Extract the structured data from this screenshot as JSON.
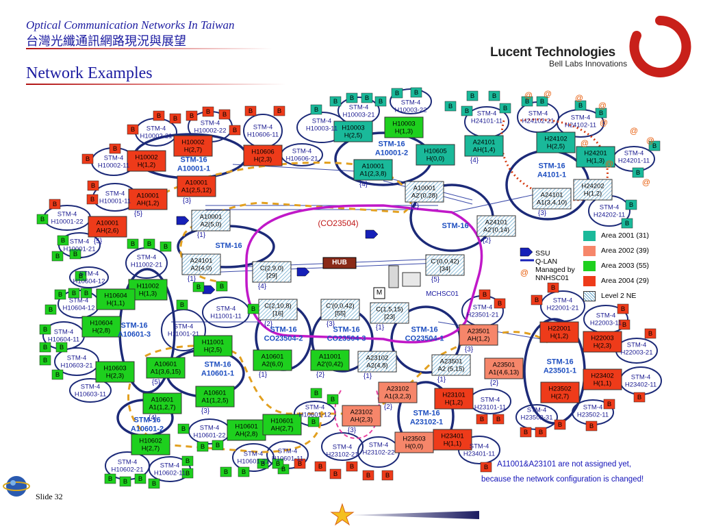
{
  "slide": {
    "title_en": "Optical Communication Networks In Taiwan",
    "title_zh": "台灣光纖通訊網路現況與展望",
    "heading": "Network Examples",
    "slide_number": "Slide 32",
    "brand_name": "Lucent Technologies",
    "brand_tagline": "Bell Labs Innovations",
    "note_line1": "A11001&A23101 are not assigned yet,",
    "note_line2": "because the network configuration is changed!"
  },
  "legend": {
    "items": [
      {
        "label": "Area 2001 (31)",
        "color": "#1ab99a"
      },
      {
        "label": "Area 2002 (39)",
        "color": "#f6866a"
      },
      {
        "label": "Area 2003 (55)",
        "color": "#1ed01e"
      },
      {
        "label": "Area 2004 (29)",
        "color": "#ee3b1a"
      },
      {
        "label": "Level 2 NE",
        "color": "hatched"
      }
    ],
    "ssu_label": "SSU",
    "qlan_label": "Q-LAN",
    "managed_label": "Managed by",
    "managed_by": "NNHSC01",
    "at_symbol": "@"
  },
  "diagram": {
    "hub_label": "HUB",
    "m_label": "M",
    "mchsc_label": "MCHSC01",
    "co23504_label": "(CO23504)",
    "badge_letter": "B",
    "at_symbol": "@",
    "ring_labels": [
      "STM-16\nA10001-1",
      "STM-16\nA10001-2",
      "STM-16\nA4101-1",
      "STM-16",
      "STM-16",
      "STM-16\nA10601-3",
      "STM-16\nA10601-1",
      "STM-16\nA10601-2",
      "STM-16\nCO23504-2",
      "STM-16\nCO23504-3",
      "STM-16\nCO23504-1",
      "STM-16\nA23501-1",
      "STM-16\nA23102-1"
    ],
    "stm4_rings": [
      "STM-4\nH10002-21",
      "STM-4\nH10002-22",
      "STM-4\nH10606-11",
      "STM-4\nH10002-11",
      "STM-4\nH10001-11",
      "STM-4\nH10001-22",
      "STM-4\nH10001-21",
      "STM-4\nH11002-21",
      "STM-4\nH10604-12",
      "STM-4\nH10604-12",
      "STM-4\nH10604-11",
      "STM-4\nH10603-21",
      "STM-4\nH10603-11",
      "STM-4\nH10602-21",
      "STM-4\nH10602-11",
      "STM-4\nH10601-22",
      "STM-4\nH10601-21",
      "STM-4\nH10601-11",
      "STM-4\nH10601-12",
      "STM-4\nH11001-11",
      "STM-4\nH11001-21",
      "STM-4\nH10003-11",
      "STM-4\nH10003-21",
      "STM-4\nH10003-22",
      "STM-4\nH10606-21",
      "STM-4\nH24101-11",
      "STM-4\nH24102-21",
      "STM-4\nH24102-11",
      "STM-4\nH24201-11",
      "STM-4\nH24202-11",
      "STM-4\nH23501-21",
      "STM-4\nH22001-21",
      "STM-4\nH22003-11",
      "STM-4\nH22003-21",
      "STM-4\nH23402-11",
      "STM-4\nH23502-11",
      "STM-4\nH23502-31",
      "STM-4\nH23101-11",
      "STM-4\nH23401-11",
      "STM-4\nH23102-21",
      "STM-4\nH23102-22"
    ],
    "nodes": [
      {
        "label": "H10002\nH(2,7)",
        "area": "2004"
      },
      {
        "label": "H10606\nH(2,3)",
        "area": "2004"
      },
      {
        "label": "H10002\nH(1,2)",
        "area": "2004"
      },
      {
        "label": "A10001\nA1(2,5,12)",
        "area": "2004",
        "tag": "{3}"
      },
      {
        "label": "A10001\nAH(1,2)",
        "area": "2004",
        "tag": "{5}"
      },
      {
        "label": "A10001\nAH(2,6)",
        "area": "2004",
        "tag": "{5}"
      },
      {
        "label": "A10001\nA2(5,0)",
        "area": "L2",
        "tag": "{1}"
      },
      {
        "label": "A24101\nA2(4,0)",
        "area": "L2",
        "tag": "{1}"
      },
      {
        "label": "H10003\nH(2,5)",
        "area": "2001"
      },
      {
        "label": "H10003\nH(1,3)",
        "area": "2003"
      },
      {
        "label": "H10605\nH(0,0)",
        "area": "2001"
      },
      {
        "label": "A10001\nA1(2,3,8)",
        "area": "2001",
        "tag": "{4}"
      },
      {
        "label": "A10001\nA2'(0,28)",
        "area": "L2",
        "tag": "{2}"
      },
      {
        "label": "A24101\nAH(1,4)",
        "area": "2001",
        "tag": "{4}"
      },
      {
        "label": "H24102\nH(2,5)",
        "area": "2001"
      },
      {
        "label": "H24201\nH(1,3)",
        "area": "2001"
      },
      {
        "label": "H24202\nH(1,2)",
        "area": "L2"
      },
      {
        "label": "A24101\nA1(3,4,10)",
        "area": "L2",
        "tag": "{3}"
      },
      {
        "label": "A24101\nA2'(0,14)",
        "area": "L2",
        "tag": "{2}"
      },
      {
        "label": "C(2,9,0)\n[29]",
        "area": "L2",
        "tag": "{4}"
      },
      {
        "label": "C'(0,0,42)\n[34]",
        "area": "L2",
        "tag": "{5}"
      },
      {
        "label": "C(2,10,8)\n[16]",
        "area": "L2",
        "tag": "{2}"
      },
      {
        "label": "C'(0,0,42)\n[55]",
        "area": "L2",
        "tag": "{3}"
      },
      {
        "label": "C(1,5,15)\n[23]",
        "area": "L2",
        "tag": "{1}"
      },
      {
        "label": "H11002\nH(1,3)",
        "area": "2003"
      },
      {
        "label": "H10604\nH(1,1)",
        "area": "2003"
      },
      {
        "label": "H10604\nH(2,8)",
        "area": "2003"
      },
      {
        "label": "H10603\nH(2,3)",
        "area": "2003"
      },
      {
        "label": "H10602\nH(2,7)",
        "area": "2003"
      },
      {
        "label": "A10601\nA1(3,6,15)",
        "area": "2003",
        "tag": "{5}"
      },
      {
        "label": "A10601\nA1(1,2,7)",
        "area": "2003",
        "tag": "{4}"
      },
      {
        "label": "A10601\nA1(1,2,5)",
        "area": "2003",
        "tag": "{3}"
      },
      {
        "label": "H11001\nH(2,5)",
        "area": "2003"
      },
      {
        "label": "H10601\nAH(2,8)",
        "area": "2003"
      },
      {
        "label": "H10601\nAH(2,7)",
        "area": "2003"
      },
      {
        "label": "A10601\nA2(6,0)",
        "area": "2003",
        "tag": "{1}"
      },
      {
        "label": "A11001\nA2'(0,42)",
        "area": "2003",
        "tag": "{2}"
      },
      {
        "label": "A23102\nA2(4,8)",
        "area": "L2",
        "tag": "{1}"
      },
      {
        "label": "A23501\nA2 (5,15)",
        "area": "L2",
        "tag": "{1}"
      },
      {
        "label": "A23501\nAH(1,2)",
        "area": "2002",
        "tag": "{3}"
      },
      {
        "label": "A23501\nA1(4,6,13)",
        "area": "2002",
        "tag": "{2}"
      },
      {
        "label": "A23102\nA1(3,2,3)",
        "area": "2002",
        "tag": "{2}"
      },
      {
        "label": "A23102\nAH(2,3)",
        "area": "2002",
        "tag": "{3}"
      },
      {
        "label": "H23101\nH(1,2)",
        "area": "2004"
      },
      {
        "label": "H23503\nH(0,0)",
        "area": "2002"
      },
      {
        "label": "H23401\nH(1,1)",
        "area": "2004"
      },
      {
        "label": "H22001\nH(1,2)",
        "area": "2004"
      },
      {
        "label": "H22003\nH(2,3)",
        "area": "2004"
      },
      {
        "label": "H23402\nH(1,1)",
        "area": "2004"
      },
      {
        "label": "H23502\nH(2,7)",
        "area": "2004"
      }
    ]
  }
}
